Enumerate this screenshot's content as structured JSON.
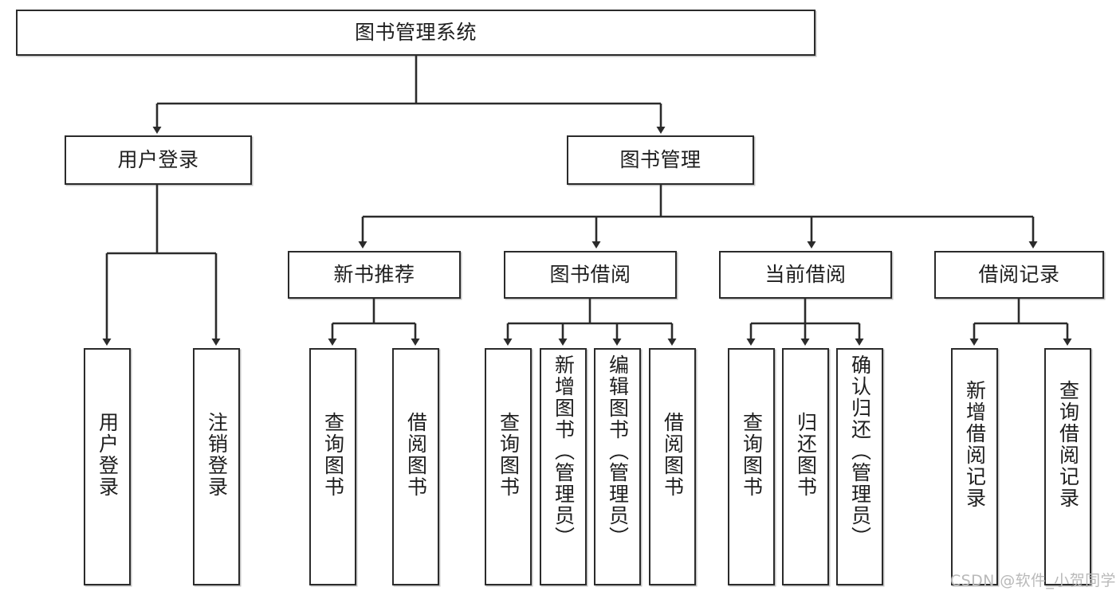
{
  "diagram": {
    "type": "tree",
    "title": "图书管理系统",
    "root": {
      "id": "root",
      "label": "图书管理系统",
      "orientation": "horizontal"
    },
    "level2": [
      {
        "id": "user-login",
        "label": "用户登录",
        "orientation": "horizontal"
      },
      {
        "id": "book-management",
        "label": "图书管理",
        "orientation": "horizontal"
      }
    ],
    "level3": [
      {
        "id": "new-book-recommend",
        "label": "新书推荐",
        "orientation": "horizontal",
        "parent": "book-management"
      },
      {
        "id": "book-borrow",
        "label": "图书借阅",
        "orientation": "horizontal",
        "parent": "book-management"
      },
      {
        "id": "current-borrow",
        "label": "当前借阅",
        "orientation": "horizontal",
        "parent": "book-management"
      },
      {
        "id": "borrow-record",
        "label": "借阅记录",
        "orientation": "horizontal",
        "parent": "book-management"
      }
    ],
    "leaves": [
      {
        "id": "leaf-user-login",
        "label": "用户登录",
        "parent": "user-login"
      },
      {
        "id": "leaf-logout",
        "label": "注销登录",
        "parent": "user-login"
      },
      {
        "id": "leaf-query-book-recommend",
        "label": "查询图书",
        "parent": "new-book-recommend"
      },
      {
        "id": "leaf-borrow-book-recommend",
        "label": "借阅图书",
        "parent": "new-book-recommend"
      },
      {
        "id": "leaf-query-book-borrow",
        "label": "查询图书",
        "parent": "book-borrow"
      },
      {
        "id": "leaf-add-book",
        "label": "新增图书（管理员）",
        "parent": "book-borrow"
      },
      {
        "id": "leaf-edit-book",
        "label": "编辑图书（管理员）",
        "parent": "book-borrow"
      },
      {
        "id": "leaf-borrow-book",
        "label": "借阅图书",
        "parent": "book-borrow"
      },
      {
        "id": "leaf-query-book-current",
        "label": "查询图书",
        "parent": "current-borrow"
      },
      {
        "id": "leaf-return-book",
        "label": "归还图书",
        "parent": "current-borrow"
      },
      {
        "id": "leaf-confirm-return",
        "label": "确认归还（管理员）",
        "parent": "current-borrow"
      },
      {
        "id": "leaf-add-record",
        "label": "新增借阅记录",
        "parent": "borrow-record"
      },
      {
        "id": "leaf-query-record",
        "label": "查询借阅记录",
        "parent": "borrow-record"
      }
    ],
    "colors": {
      "stroke": "#2b2b2b",
      "fill": "#ffffff",
      "text": "#1e1e1e",
      "watermark": "#b9b9b9"
    }
  },
  "watermark": {
    "text": "CSDN @软件_小贺同学"
  }
}
